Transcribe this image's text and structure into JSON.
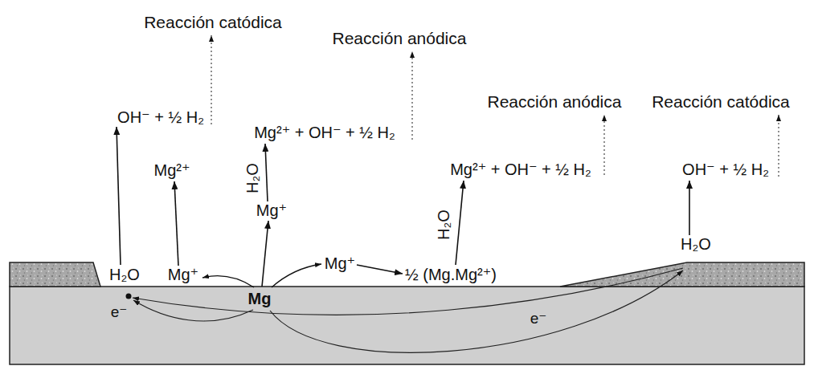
{
  "diagram": {
    "labels": [
      "Reacción catódica",
      "Reacción anódica",
      "Reacción anódica",
      "Reacción catódica",
      "OH⁻ + ½ H₂",
      "Mg²⁺ + OH⁻ + ½ H₂",
      "Mg²⁺",
      "Mg²⁺ + OH⁻ + ½ H₂",
      "OH⁻ + ½ H₂",
      "H₂O",
      "Mg⁺",
      "H₂O",
      "H₂O",
      "Mg⁺",
      "½ (Mg.Mg²⁺)",
      "H₂O",
      "Mg⁺",
      "Mg",
      "e⁻",
      "e⁻"
    ]
  }
}
